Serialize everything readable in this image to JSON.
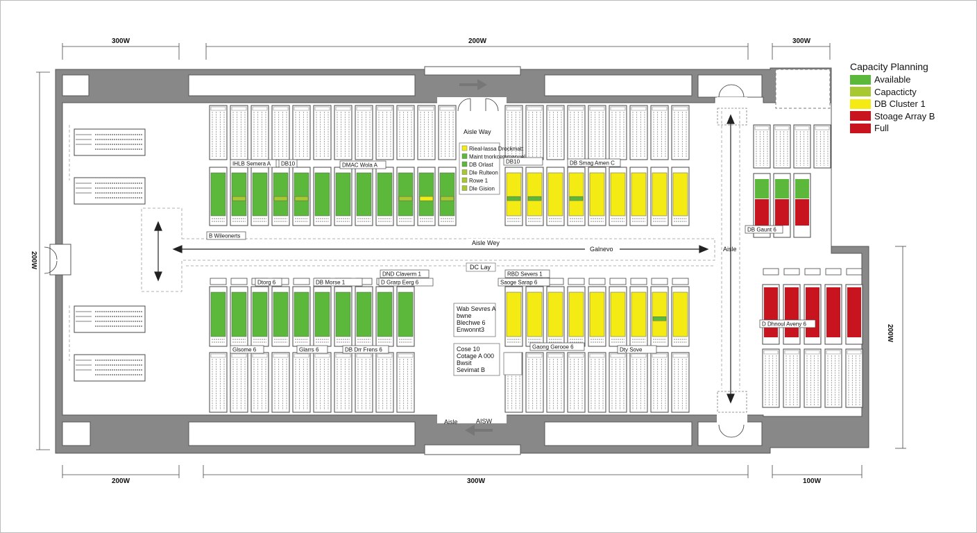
{
  "legend": {
    "title": "Capacity Planning",
    "items": [
      {
        "label": "Available",
        "color": "#5cb83a"
      },
      {
        "label": "Capacticty",
        "color": "#a8c832"
      },
      {
        "label": "DB Cluster 1",
        "color": "#f4ea14"
      },
      {
        "label": "Stoage Array B",
        "color": "#c8141e"
      },
      {
        "label": "Full",
        "color": "#c8141e"
      }
    ]
  },
  "dimensions": {
    "top_left": "300W",
    "top_mid": "200W",
    "top_right": "300W",
    "bottom_left": "200W",
    "bottom_mid": "300W",
    "bottom_right": "100W",
    "left_side": "200W",
    "right_side": "200W"
  },
  "aisles": {
    "top_label": "Aisle Way",
    "center_label": "Aisle Wey",
    "center_right": "Galnevo",
    "dc_label": "DC Lay",
    "bottom_aisle": "Aisle",
    "bottom_aisle2": "AISW",
    "right_aisle": "Aisle"
  },
  "key_box": {
    "items": [
      {
        "label": "Rieal-lassa Drockmatt",
        "color": "#f4ea14"
      },
      {
        "label": "Maint tnorkcemmanuel",
        "color": "#5cb83a"
      },
      {
        "label": "DB Orlast",
        "color": "#5cb83a"
      },
      {
        "label": "Dle Rulteon",
        "color": "#a8c832"
      },
      {
        "label": "Rowe 1",
        "color": "#a8c832"
      },
      {
        "label": "Dle Gision",
        "color": "#a8c832"
      }
    ]
  },
  "tags": {
    "t1": "IHLB Semera A",
    "t2": "DB10",
    "t3": "DMAC Wola A",
    "t4": "DB10",
    "t5": "DB Smag Amen C",
    "t6": "B Wileonerts",
    "t7": "DB Gaunt 6",
    "t8": "DND Claverm 1",
    "t9": "RBD Severs 1",
    "t10": "Dtorg 6",
    "t11": "DB Morse 1",
    "t12": "D Grarp Eerg 6",
    "t13": "Saoge Sarap 6",
    "t14": "Glsome 6",
    "t15": "DB Drr Frens 6",
    "t16": "Glarrs 6",
    "t17": "Gaong Gerooe 6",
    "t18": "Dty Sove",
    "t19": "D Dhnoul Aveny 6"
  },
  "notes": {
    "web_lines": [
      "Wab Sevres A",
      "bwne",
      "Blechwe 6",
      "Enwonnt3"
    ],
    "store_lines": [
      "Cose 10",
      "Cotage A 000",
      "Bwsit",
      "Sevimat B"
    ]
  }
}
